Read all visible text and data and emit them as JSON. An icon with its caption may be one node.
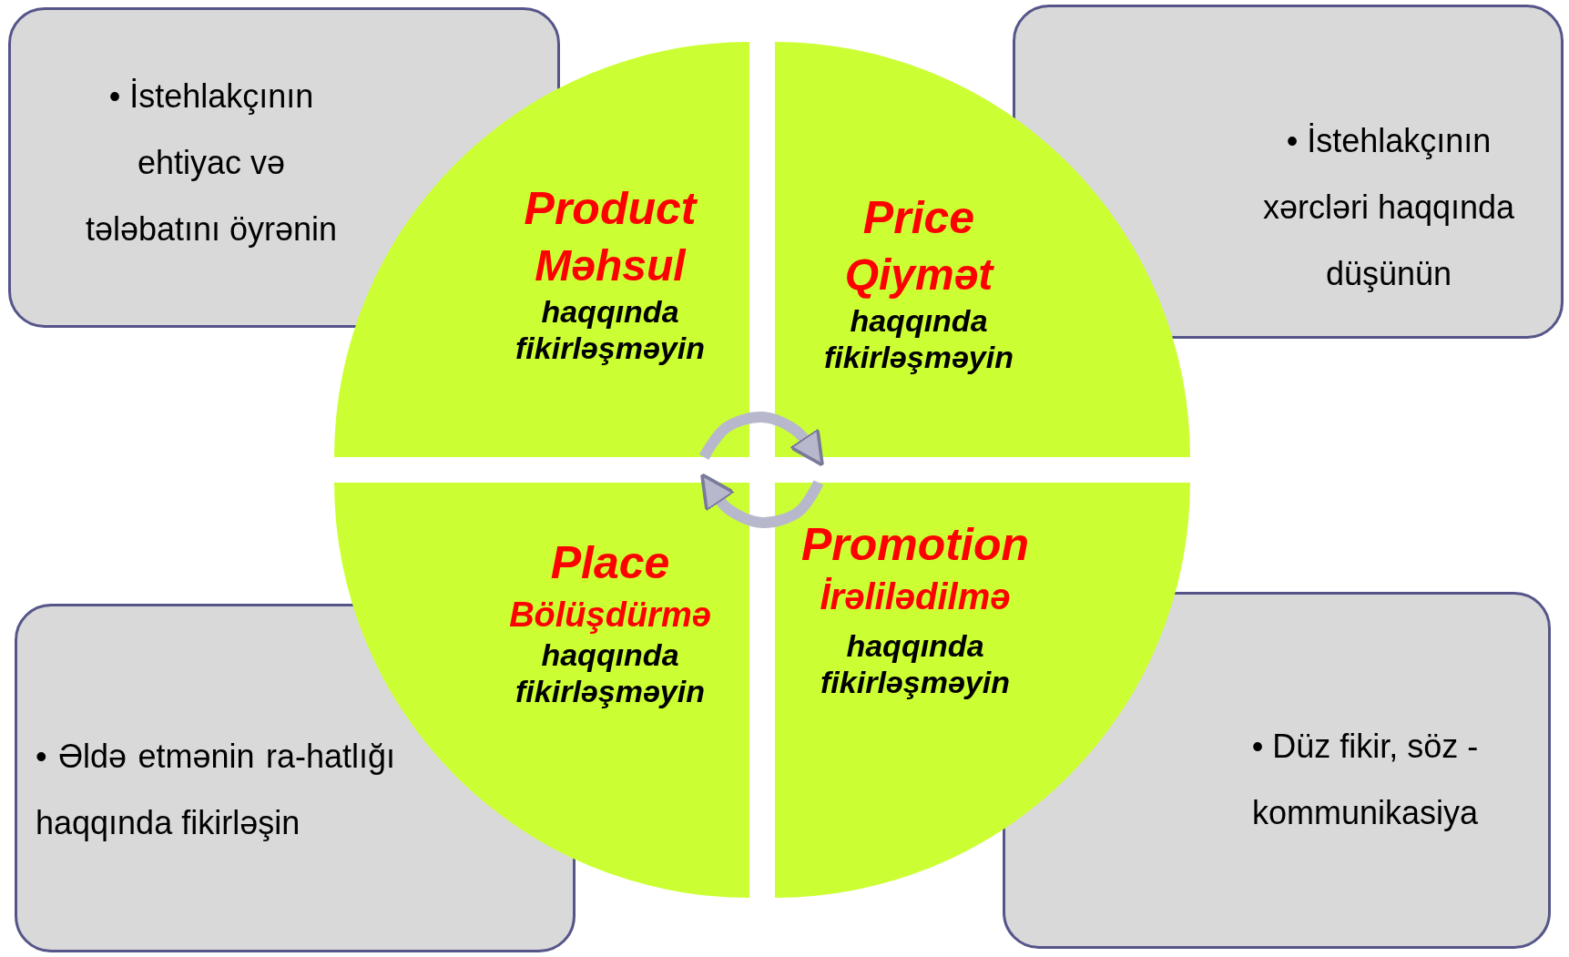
{
  "diagram": {
    "nodes": [
      {
        "text": [
          "• İstehlakçının ehtiyac və tələbatını öyrənin"
        ]
      },
      {
        "text": [
          "• İstehlakçının xərcləri haqqında düşünün"
        ]
      },
      {
        "text": [
          "Product",
          "Məhsul",
          "haqqında fikirləşməyin"
        ]
      },
      {
        "text": [
          "Price",
          "Qiymət",
          "haqqında fikirləşməyin"
        ]
      },
      {
        "text": [
          "Place",
          "Bölüşdürmə",
          "haqqında fikirləşməyin"
        ]
      },
      {
        "text": [
          "Promotion",
          "İrəlilədilmə",
          "haqqında fikirləşməyin"
        ]
      },
      {
        "text": [
          "• Əldə etmənin ra-hatlığı haqqında fikirləşin"
        ]
      },
      {
        "text": [
          "• Düz fikir, söz - kommunikasiya"
        ]
      }
    ],
    "edges": [
      {
        "from": 2,
        "to": 3,
        "arrow": "to"
      },
      {
        "from": 5,
        "to": 4,
        "arrow": "to"
      }
    ]
  }
}
